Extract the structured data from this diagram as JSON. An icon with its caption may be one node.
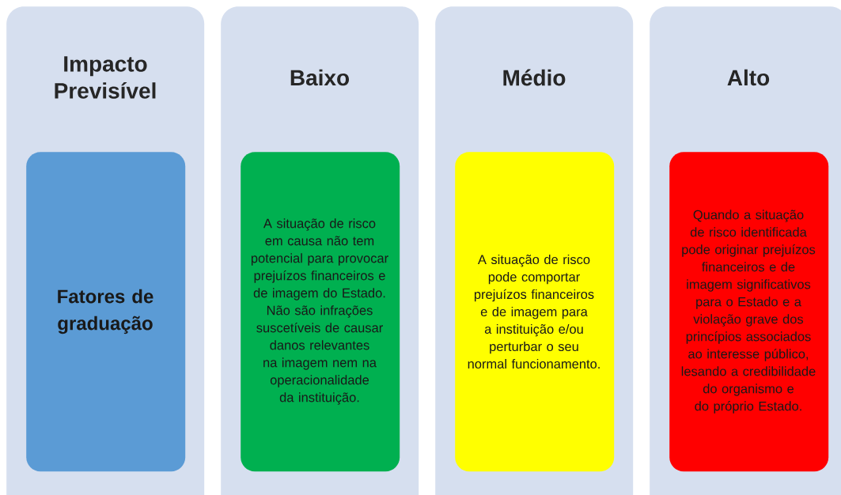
{
  "diagram": {
    "nodes": [
      {
        "text": [
          "Impacto Previsível"
        ]
      },
      {
        "text": [
          "Fatores de graduação"
        ],
        "in": 0
      },
      {
        "text": [
          "Baixo"
        ]
      },
      {
        "text": [
          "A situação de risco em causa não tem potencial para provocar prejuízos financeiros   e de imagem do Estado. Não são infrações suscetíveis de causar danos relevantes na imagem nem na operacionalidade da instituição."
        ],
        "in": 2
      },
      {
        "text": [
          "Médio"
        ]
      },
      {
        "text": [
          "A situação de risco pode comportar prejuízos financeiros e de imagem para a instituição e/ou perturbar o seu normal funcionamento."
        ],
        "in": 4
      },
      {
        "text": [
          "Alto"
        ]
      },
      {
        "text": [
          "Quando a situação de risco identificada pode originar prejuízos financeiros e de imagem significativos para o Estado e a violação grave dos princípios associados ao interesse público, lesando a credibilidade do organismo e do próprio Estado."
        ],
        "in": 6
      }
    ]
  }
}
